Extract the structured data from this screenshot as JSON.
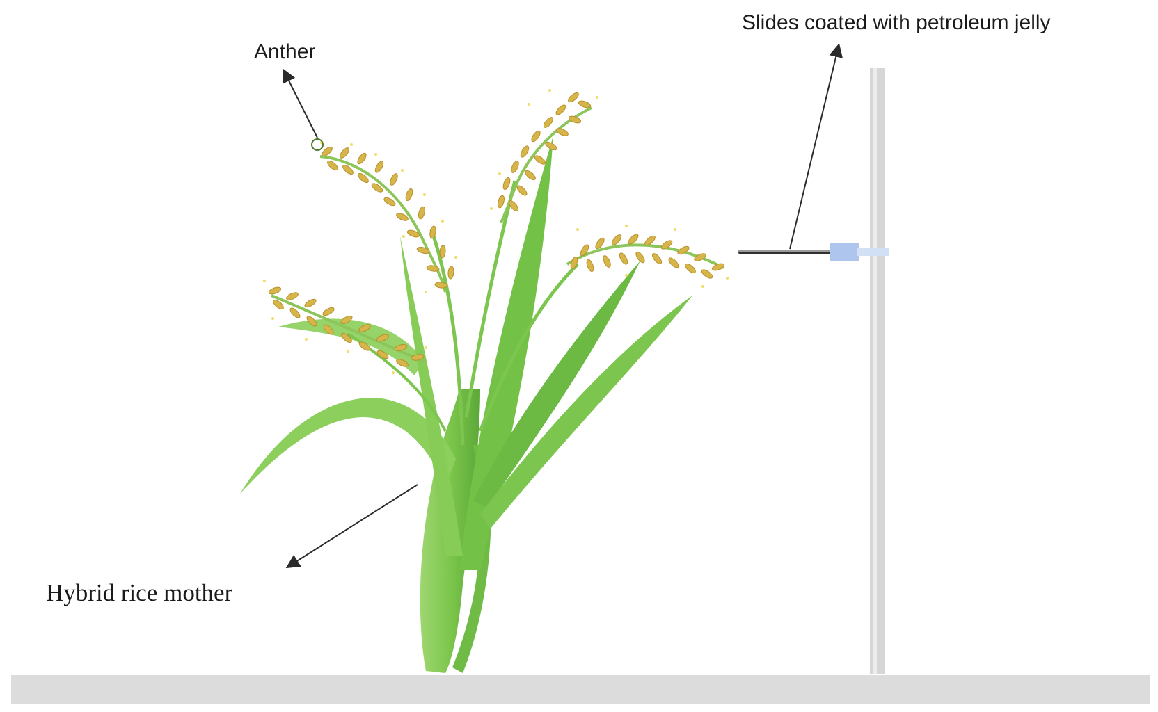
{
  "labels": {
    "anther": "Anther",
    "slides": "Slides coated with petroleum jelly",
    "mother": "Hybrid rice mother"
  },
  "colors": {
    "leaf_light": "#a9dc7d",
    "leaf_mid": "#7ec84e",
    "leaf_dark": "#5aa836",
    "grain": "#d6b54a",
    "grain_dark": "#b88f2a",
    "pollen": "#f2dc6a",
    "ground": "#dcdcdc",
    "pole": "#d8d8d8",
    "clamp": "#aec6ee",
    "rod": "#333333",
    "arrow": "#2b2b2b"
  }
}
